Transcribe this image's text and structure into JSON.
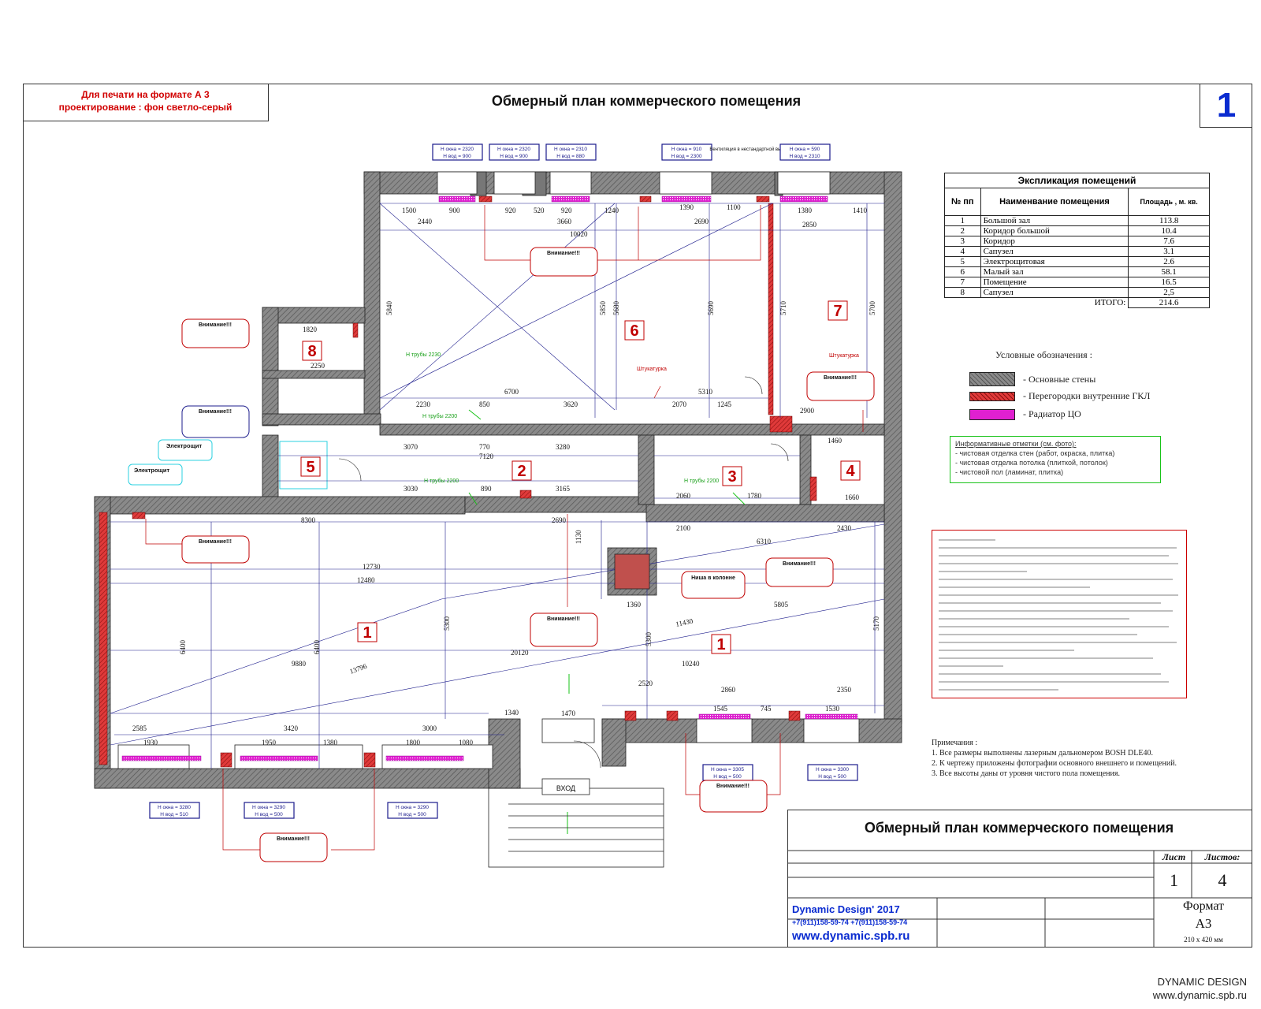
{
  "header": {
    "print_note_1": "Для печати на формате А 3",
    "print_note_2": "проектирование : фон светло-серый",
    "title": "Обмерный план коммерческого помещения",
    "sheet_number": "1"
  },
  "explication": {
    "caption": "Экспликация помещений",
    "col_num": "№ пп",
    "col_name": "Наименвание помещения",
    "col_area": "Площадь , м. кв.",
    "rows": [
      {
        "n": "1",
        "name": "Большой зал",
        "area": "113.8"
      },
      {
        "n": "2",
        "name": "Коридор большой",
        "area": "10.4"
      },
      {
        "n": "3",
        "name": "Коридор",
        "area": "7.6"
      },
      {
        "n": "4",
        "name": "Сапузел",
        "area": "3.1"
      },
      {
        "n": "5",
        "name": "Электрощитовая",
        "area": "2.6"
      },
      {
        "n": "6",
        "name": "Малый зал",
        "area": "58.1"
      },
      {
        "n": "7",
        "name": "Помещение",
        "area": "16.5"
      },
      {
        "n": "8",
        "name": "Сапузел",
        "area": "2,5"
      }
    ],
    "total_label": "ИТОГО:",
    "total_value": "214.6"
  },
  "legend": {
    "title": "Условные обозначения :",
    "items": [
      {
        "label": "- Основные стены",
        "color": "#8a8a8a"
      },
      {
        "label": "- Перегородки внутренние ГКЛ",
        "color": "#e03a3a"
      },
      {
        "label": "- Радиатор ЦО",
        "color": "#e020d0"
      }
    ]
  },
  "info_box": {
    "title": "Информативные отметки (см. фото):",
    "lines": [
      "- чистовая отделка стен (работ, окраска, плитка)",
      "- чистовая отделка потолка (плиткой, потолок)",
      "- чистовой пол (ламинат, плитка)"
    ]
  },
  "remarks": {
    "title": "Примечания :",
    "lines": [
      "1. Все размеры выполнены лазерным дальномером BOSH DLE40.",
      "2. К чертежу приложены фотографии основного внешнего и помещений.",
      "3. Все высоты даны от уровня чистого пола помещения."
    ]
  },
  "rooms": [
    {
      "id": "room-8",
      "num": "8"
    },
    {
      "id": "room-6",
      "num": "6"
    },
    {
      "id": "room-7",
      "num": "7"
    },
    {
      "id": "room-5",
      "num": "5"
    },
    {
      "id": "room-2",
      "num": "2"
    },
    {
      "id": "room-3",
      "num": "3"
    },
    {
      "id": "room-4",
      "num": "4"
    },
    {
      "id": "room-1a",
      "num": "1"
    },
    {
      "id": "room-1b",
      "num": "1"
    }
  ],
  "dimensions": {
    "d1500": "1500",
    "d900": "900",
    "d920": "920",
    "d520": "520",
    "d920b": "920",
    "d1240": "1240",
    "d1390": "1390",
    "d1100": "1100",
    "d1380": "1380",
    "d1410": "1410",
    "d2440": "2440",
    "d3660": "3660",
    "d2690": "2690",
    "d2850": "2850",
    "d10020": "10020",
    "d5840": "5840",
    "d5850": "5850",
    "d5680": "5680",
    "d5690": "5690",
    "d5710": "5710",
    "d5700": "5700",
    "d1820": "1820",
    "d2250": "2250",
    "d6700": "6700",
    "d5310": "5310",
    "d2230": "2230",
    "d850": "850",
    "d3620": "3620",
    "d2070": "2070",
    "d1245": "1245",
    "d2900": "2900",
    "d3070": "3070",
    "d770": "770",
    "d3280": "3280",
    "d7120": "7120",
    "d3030": "3030",
    "d890": "890",
    "d3165": "3165",
    "d1460": "1460",
    "d1780": "1780",
    "d2060": "2060",
    "d1660": "1660",
    "d8300": "8300",
    "d2100": "2100",
    "d2430": "2430",
    "d6310": "6310",
    "d12730": "12730",
    "d12480": "12480",
    "d1360": "1360",
    "d5805": "5805",
    "d20120": "20120",
    "d9880": "9880",
    "d10240": "10240",
    "d13796": "13796",
    "d11430": "11430",
    "d6400": "6400",
    "d6400b": "6400",
    "d5300": "5300",
    "d5300b": "5300",
    "d5170": "5170",
    "d2520": "2520",
    "d2860": "2860",
    "d2350": "2350",
    "d1545": "1545",
    "d745": "745",
    "d1530": "1530",
    "d2585": "2585",
    "d1930": "1930",
    "d1950": "1950",
    "d1800": "1800",
    "d3420": "3420",
    "d3000": "3000",
    "d1380b": "1380",
    "d1080": "1080",
    "d1470": "1470",
    "d1340": "1340",
    "d2690b": "2690",
    "d1130": "1130"
  },
  "windows": {
    "w1": {
      "l1": "Н окна = 2320",
      "l2": "Н вод = 900"
    },
    "w2": {
      "l1": "Н окна = 2320",
      "l2": "Н вод = 900"
    },
    "w3": {
      "l1": "Н окна = 2310",
      "l2": "Н вод = 880"
    },
    "w4": {
      "l1": "Н окна = 910",
      "l2": "Н вод = 2300"
    },
    "w4note": "Вентиляция\nв нестандартной высоте",
    "w5": {
      "l1": "Н окна = 590",
      "l2": "Н вод = 2310"
    },
    "w6": {
      "l1": "Н окна = 3280",
      "l2": "Н вод = 510"
    },
    "w7": {
      "l1": "Н окна = 3290",
      "l2": "Н вод = 500"
    },
    "w8": {
      "l1": "Н окна = 3290",
      "l2": "Н вод = 500"
    },
    "w9": {
      "l1": "Н окна = 3305",
      "l2": "Н вод = 500"
    },
    "w10": {
      "l1": "Н окна = 3300",
      "l2": "Н вод = 500"
    }
  },
  "notes": {
    "attention": "Внимание!!!",
    "entrance": "ВХОД",
    "electroshield_1": "Электрощит",
    "electroshield_2": "Электрощит",
    "h_truba_1": "Н трубы 2230",
    "h_truba_2": "Н трубы 2200",
    "h_truba_3": "Н трубы 2200",
    "h_truba_4": "Н трубы 2200",
    "niche": "Ниша в колонне",
    "shtukaturka": "Штукатурка"
  },
  "stamp": {
    "title": "Обмерный план коммерческого помещения",
    "list_label": "Лист",
    "lists_label": "Листов:",
    "list_value": "1",
    "lists_value": "4",
    "format_label": "Формат",
    "format_value": "А3",
    "format_size": "210 х 420 мм",
    "firm": "Dynamic Design' 2017",
    "phones": "+7(911)158-59-74   +7(911)158-59-74",
    "site": "www.dynamic.spb.ru"
  },
  "footer": {
    "brand": "DYNAMIC DESIGN",
    "site": "www.dynamic.spb.ru"
  },
  "colors": {
    "wall": "#8a8a8a",
    "partition": "#e03a3a",
    "radiator": "#e020d0",
    "dimension": "#1c1c8c",
    "room_number": "#c00000",
    "info_green": "#19c319"
  }
}
